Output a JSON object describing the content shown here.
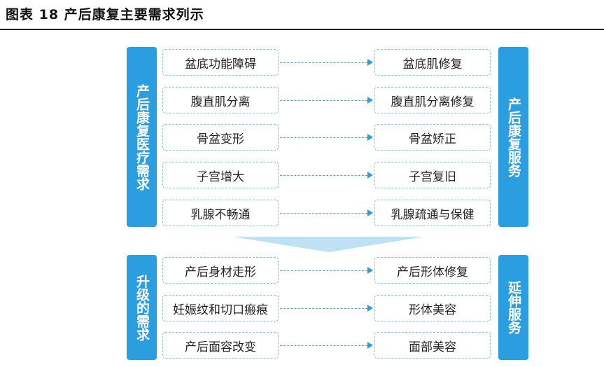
{
  "figure": {
    "title": "图表 18  产后康复主要需求列示"
  },
  "labels": {
    "medical_needs": "产后康复医疗需求",
    "recovery_services": "产后康复服务",
    "upgrade_needs": "升级的需求",
    "extended_services": "延伸服务"
  },
  "top_rows": [
    {
      "need": "盆底功能障碍",
      "service": "盆底肌修复"
    },
    {
      "need": "腹直肌分离",
      "service": "腹直肌分离修复"
    },
    {
      "need": "骨盆变形",
      "service": "骨盆矫正"
    },
    {
      "need": "子宫增大",
      "service": "子宫复旧"
    },
    {
      "need": "乳腺不畅通",
      "service": "乳腺疏通与保健"
    }
  ],
  "bottom_rows": [
    {
      "need": "产后身材走形",
      "service": "产后形体修复"
    },
    {
      "need": "妊娠纹和切口瘢痕",
      "service": "形体美容"
    },
    {
      "need": "产后面容改变",
      "service": "面部美容"
    }
  ],
  "colors": {
    "accent": "#2b9ee0",
    "dashed_border": "#7fc3ea",
    "funnel": "#bfe1f5"
  }
}
